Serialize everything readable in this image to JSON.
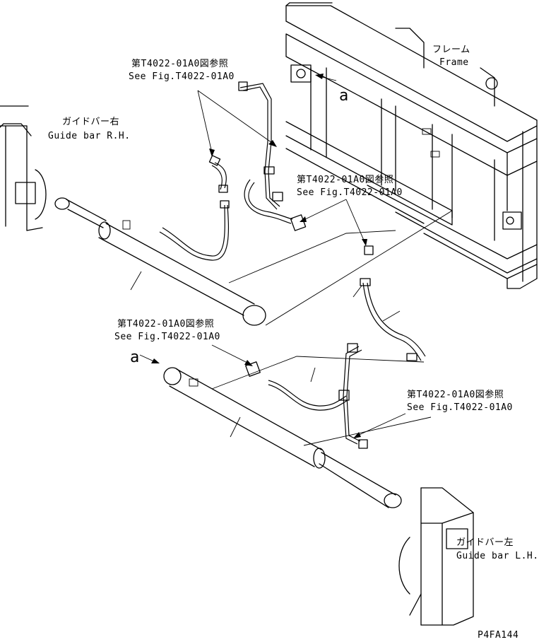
{
  "labels": {
    "frame": {
      "jp": "フレーム",
      "en": "Frame"
    },
    "guide_rh": {
      "jp": "ガイドバー右",
      "en": "Guide bar R.H."
    },
    "guide_lh": {
      "jp": "ガイドバー左",
      "en": "Guide bar L.H."
    },
    "ref1": {
      "jp": "第T4022-01A0図参照",
      "en": "See Fig.T4022-01A0"
    },
    "ref2": {
      "jp": "第T4022-01A0図参照",
      "en": "See Fig.T4022-01A0"
    },
    "ref3": {
      "jp": "第T4022-01A0図参照",
      "en": "See Fig.T4022-01A0"
    },
    "ref4": {
      "jp": "第T4022-01A0図参照",
      "en": "See Fig.T4022-01A0"
    },
    "conn_a_top": "a",
    "conn_a_left": "a",
    "drawing_code": "P4FA144"
  },
  "colors": {
    "ink": "#000000",
    "paper": "#ffffff"
  }
}
